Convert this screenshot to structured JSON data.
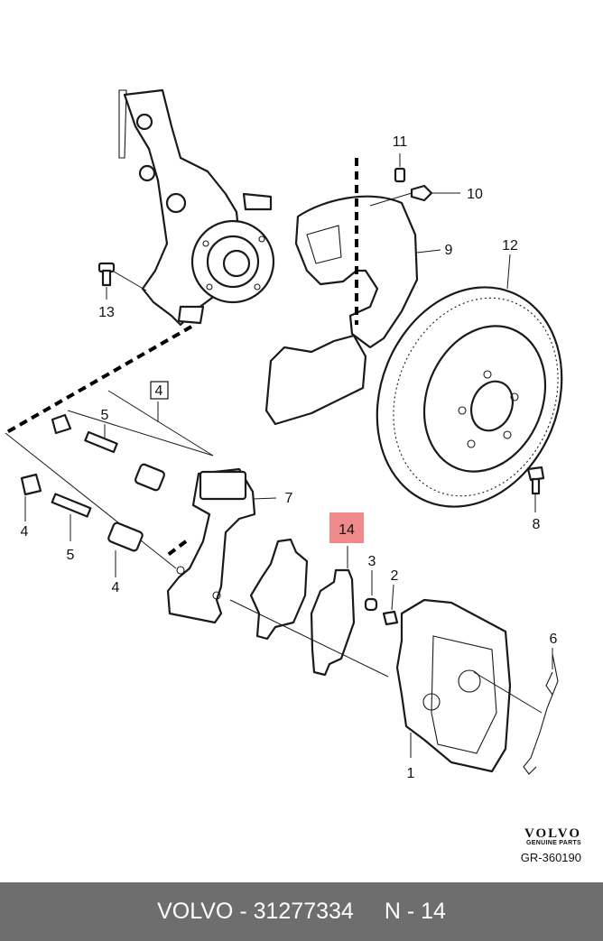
{
  "callouts": {
    "c1": "1",
    "c2": "2",
    "c3": "3",
    "c4a": "4",
    "c4b": "4",
    "c4c": "4",
    "c5a": "5",
    "c5b": "5",
    "c6": "6",
    "c7": "7",
    "c8": "8",
    "c9": "9",
    "c10": "10",
    "c11": "11",
    "c12": "12",
    "c13": "13",
    "c14": "14"
  },
  "highlight": {
    "label": "14",
    "color": "#f08a8a"
  },
  "brand": {
    "logo": "VOLVO",
    "tagline": "GENUINE PARTS",
    "ref": "GR-360190"
  },
  "footer": {
    "part": "VOLVO - 31277334",
    "pos": "N - 14",
    "background": "#6e6e6e"
  }
}
